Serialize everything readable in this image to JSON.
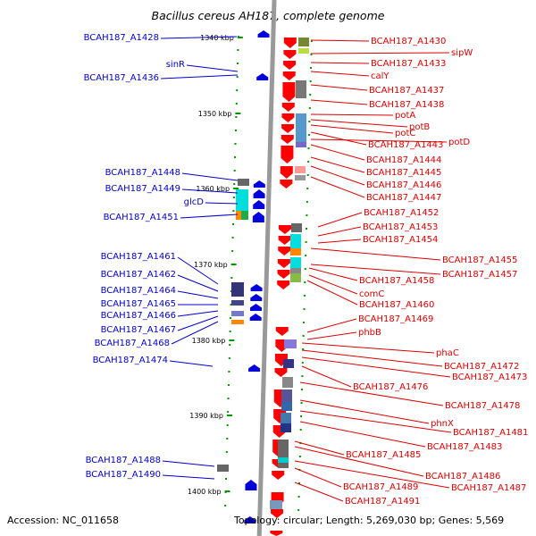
{
  "title": "Bacillus cereus AH187, complete genome",
  "footer": {
    "accession": "Accession: NC_011658",
    "summary": "Topology: circular; Length: 5,269,030 bp; Genes: 5,569"
  },
  "colors": {
    "left_label": "#0000cc",
    "right_label": "#dd0000",
    "backbone": "#999999",
    "tick": "#009900",
    "forward_arrow": "#0000dd",
    "reverse_arrow": "#ff0000"
  },
  "scale": {
    "ticks": [
      {
        "label": "1340 kbp"
      },
      {
        "label": "1350 kbp"
      },
      {
        "label": "1360 kbp"
      },
      {
        "label": "1370 kbp"
      },
      {
        "label": "1380 kbp"
      },
      {
        "label": "1390 kbp"
      },
      {
        "label": "1400 kbp"
      }
    ]
  },
  "left_labels": [
    "BCAH187_A1428",
    "sinR",
    "BCAH187_A1436",
    "BCAH187_A1448",
    "BCAH187_A1449",
    "glcD",
    "BCAH187_A1451",
    "BCAH187_A1461",
    "BCAH187_A1462",
    "BCAH187_A1464",
    "BCAH187_A1465",
    "BCAH187_A1466",
    "BCAH187_A1467",
    "BCAH187_A1468",
    "BCAH187_A1474",
    "BCAH187_A1488",
    "BCAH187_A1490"
  ],
  "right_labels": [
    "BCAH187_A1430",
    "sipW",
    "BCAH187_A1433",
    "calY",
    "BCAH187_A1437",
    "BCAH187_A1438",
    "potA",
    "potB",
    "potC",
    "BCAH187_A1443",
    "potD",
    "BCAH187_A1444",
    "BCAH187_A1445",
    "BCAH187_A1446",
    "BCAH187_A1447",
    "BCAH187_A1452",
    "BCAH187_A1453",
    "BCAH187_A1454",
    "BCAH187_A1455",
    "BCAH187_A1457",
    "BCAH187_A1458",
    "comC",
    "BCAH187_A1460",
    "BCAH187_A1469",
    "phbB",
    "phaC",
    "BCAH187_A1472",
    "BCAH187_A1473",
    "BCAH187_A1476",
    "BCAH187_A1478",
    "phnX",
    "BCAH187_A1481",
    "BCAH187_A1483",
    "BCAH187_A1485",
    "BCAH187_A1486",
    "BCAH187_A1487",
    "BCAH187_A1489",
    "BCAH187_A1491"
  ]
}
